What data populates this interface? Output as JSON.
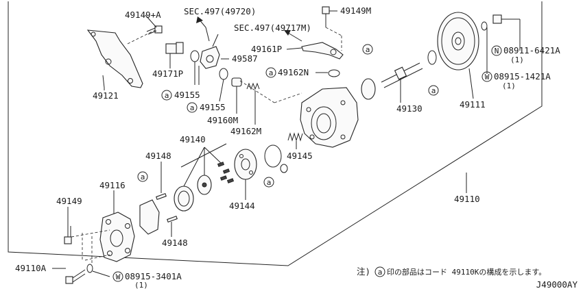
{
  "parts": [
    {
      "label": "49149+A"
    },
    {
      "label": "SEC.497(49720)"
    },
    {
      "label": "49149M"
    },
    {
      "label": "SEC.497(49717M)"
    },
    {
      "label": "49161P"
    },
    {
      "label": "49587"
    },
    {
      "label": "49162N"
    },
    {
      "label": "49171P"
    },
    {
      "label": "49121"
    },
    {
      "label": "49155"
    },
    {
      "label": "49155"
    },
    {
      "label": "49160M"
    },
    {
      "label": "49162M"
    },
    {
      "label": "49130"
    },
    {
      "label": "49111"
    },
    {
      "label": "08911-6421A"
    },
    {
      "label": "(1)"
    },
    {
      "label": "08915-1421A"
    },
    {
      "label": "(1)"
    },
    {
      "label": "49140"
    },
    {
      "label": "49148"
    },
    {
      "label": "49145"
    },
    {
      "label": "49116"
    },
    {
      "label": "49149"
    },
    {
      "label": "49144"
    },
    {
      "label": "49110"
    },
    {
      "label": "49148"
    },
    {
      "label": "49110A"
    },
    {
      "label": "08915-3401A"
    },
    {
      "label": "(1)"
    }
  ],
  "circle_marks": [
    "a",
    "N",
    "W",
    "W"
  ],
  "note": {
    "prefix": "注)",
    "mark": "a",
    "text": "印の部品はコード 49110Kの構成を示します。"
  },
  "diagram_id": "J49000AY"
}
